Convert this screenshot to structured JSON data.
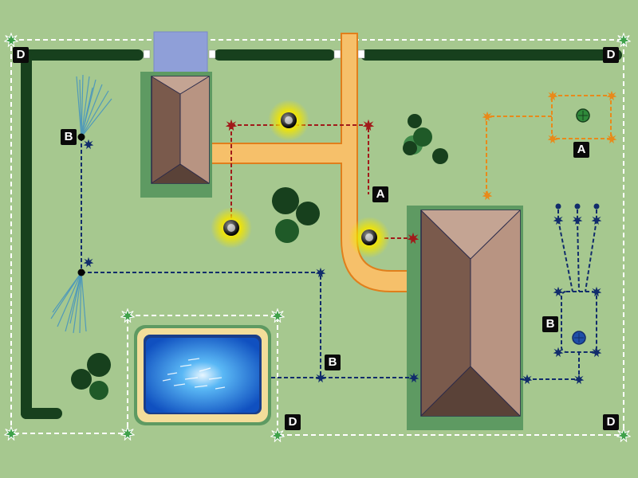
{
  "labels": {
    "circuit_a": "A",
    "circuit_b": "B",
    "boundary_d": "D"
  },
  "colors": {
    "lawn": "#a6c88f",
    "hedge": "#17401d",
    "path": "#f6c06a",
    "path_edge": "#e07f1c",
    "roof_dark": "#7a5a4c",
    "roof_light": "#b89482",
    "pool_water": "#1f6fd6",
    "pool_deck": "#f3dd9a",
    "lighting_circuit": "#a11a1a",
    "garden_light_circuit": "#e88a1a",
    "irrigation_circuit": "#112c6b",
    "boundary_line": "#ffffff",
    "lamp_glow": "#f2e400"
  },
  "icons": [
    "post-lamp-icon",
    "sprinkler-icon",
    "tree-icon",
    "fountain-icon",
    "boundary-post-icon"
  ]
}
